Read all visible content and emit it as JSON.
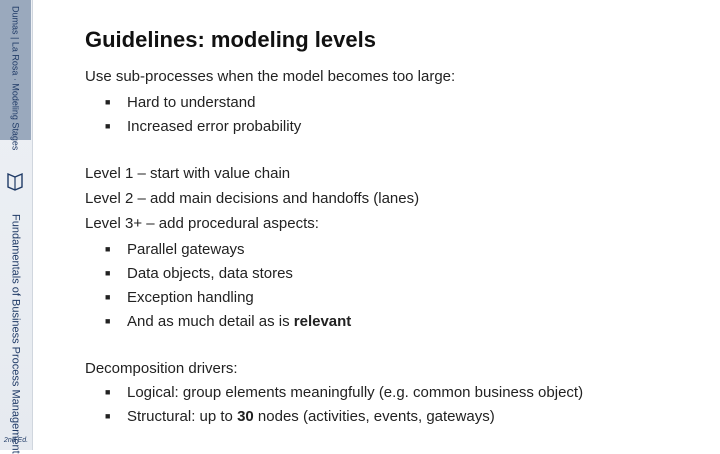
{
  "sidebar": {
    "top_text": "Dumas | La Rosa · Modeling Stages",
    "main_text": "Fundamentals of Business Process Management",
    "edition": "2nd Ed."
  },
  "slide": {
    "title": "Guidelines: modeling levels",
    "intro": "Use sub-processes when the model becomes too large:",
    "intro_bullets": [
      "Hard to understand",
      "Increased error probability"
    ],
    "level1": "Level 1 – start with value chain",
    "level2": "Level 2 – add main decisions and handoffs (lanes)",
    "level3": "Level 3+ – add procedural aspects:",
    "level3_bullets": [
      "Parallel gateways",
      "Data objects, data stores",
      "Exception handling"
    ],
    "level3_last_prefix": "And as much detail as is ",
    "level3_last_bold": "relevant",
    "drivers_heading": "Decomposition drivers:",
    "driver1": "Logical: group elements meaningfully (e.g. common business object)",
    "driver2_prefix": "Structural: up to ",
    "driver2_bold": "30",
    "driver2_suffix": " nodes (activities, events, gateways)",
    "bullet_glyph": "■"
  }
}
